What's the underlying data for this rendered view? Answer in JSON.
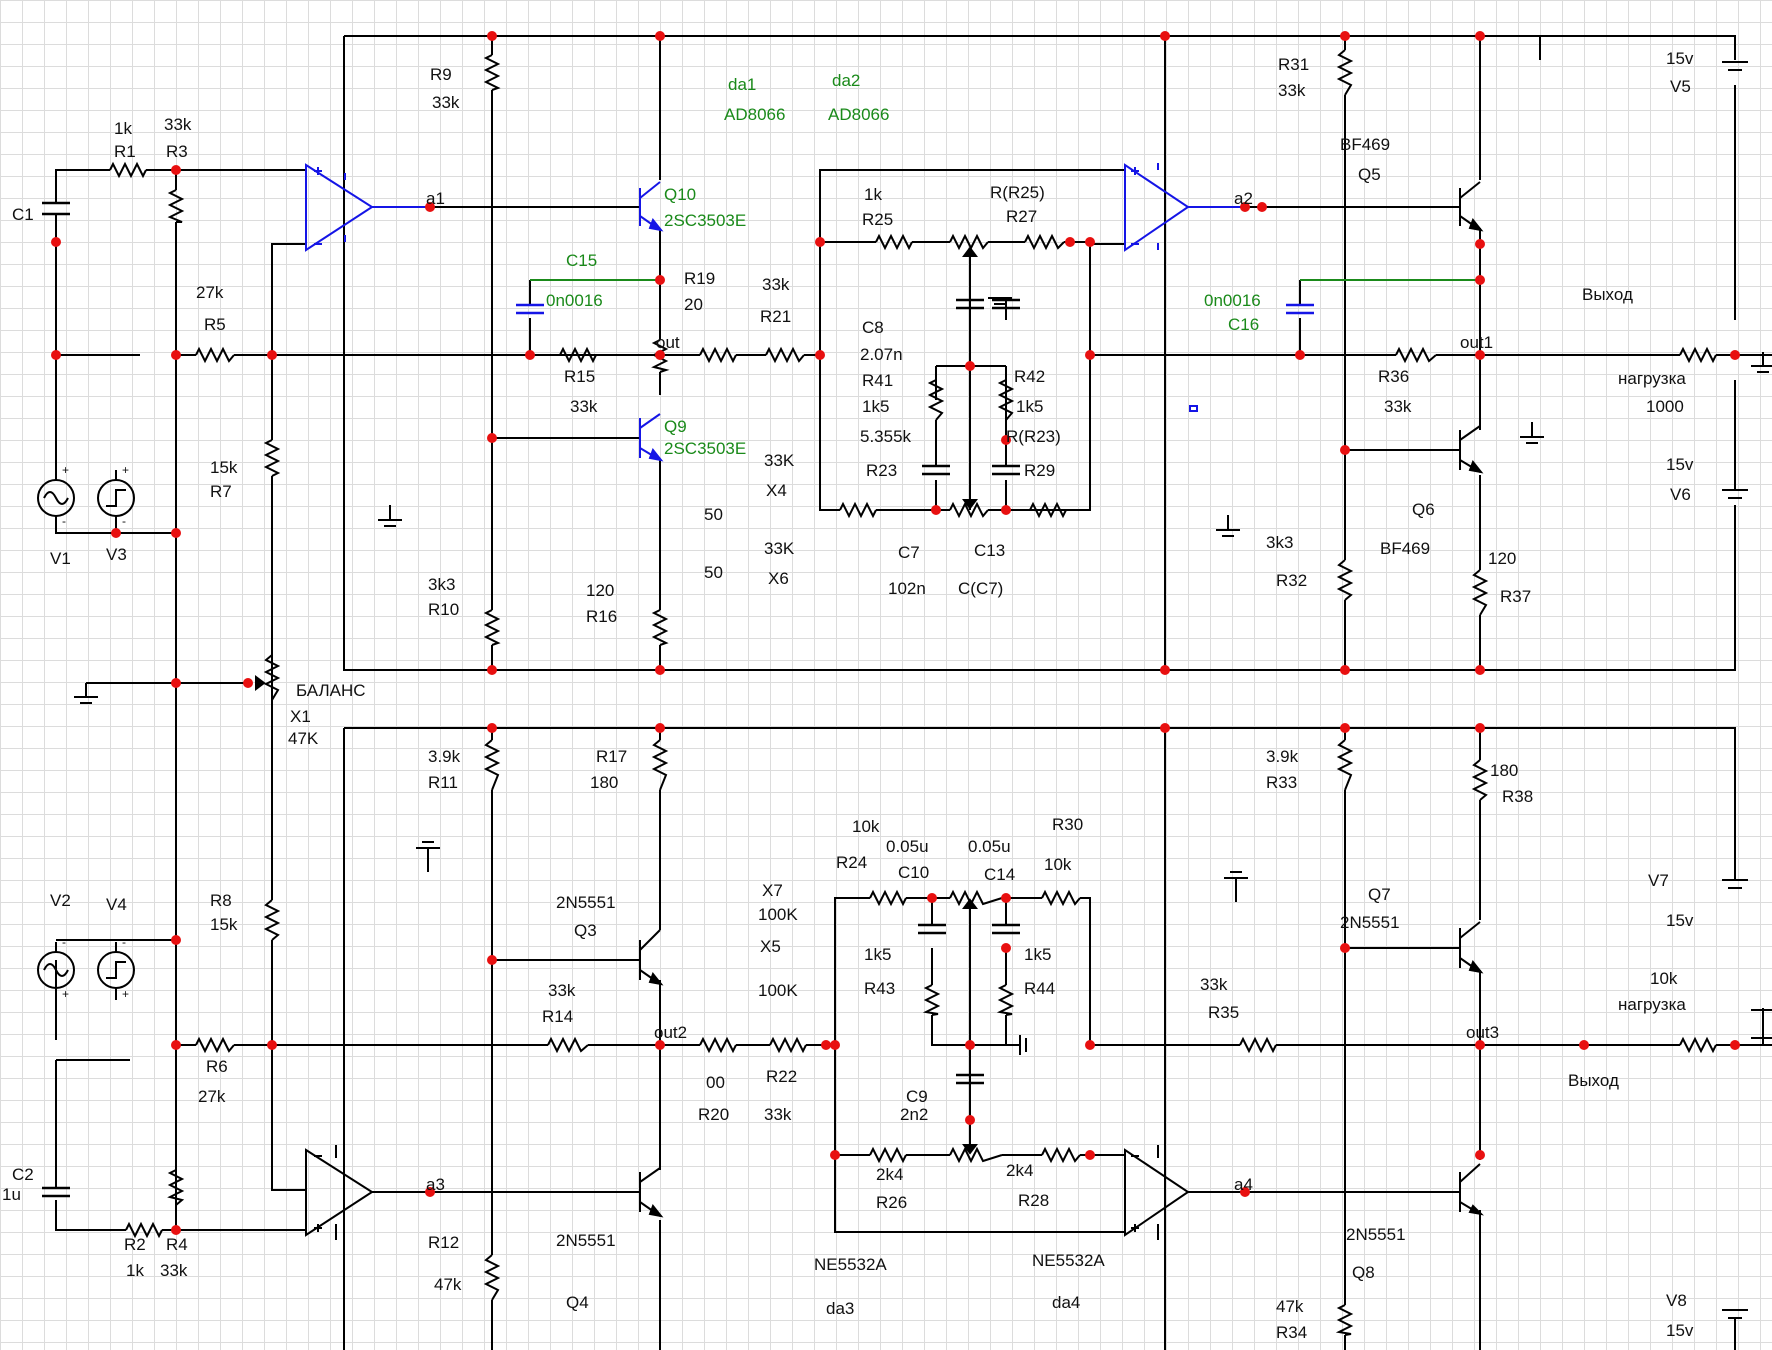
{
  "colors": {
    "wire": "#000000",
    "node": "#e81010",
    "opamp": "#1515e6",
    "green": "#1a8a1a",
    "grid": "#dcdcdc"
  },
  "labels": {
    "R1": "R1",
    "R1v": "1k",
    "R3": "R3",
    "R3v": "33k",
    "C1": "C1",
    "R5": "R5",
    "R5v": "27k",
    "R7": "R7",
    "R7v": "15k",
    "V1": "V1",
    "V3": "V3",
    "R9": "R9",
    "R9v": "33k",
    "R10": "R10",
    "R10v": "3k3",
    "Q10": "Q10",
    "Q10t": "2SC3503E",
    "Q9": "Q9",
    "Q9t": "2SC3503E",
    "C15": "C15",
    "C15v": "0n0016",
    "R19": "R19",
    "R19v": "20",
    "R15": "R15",
    "R15v": "33k",
    "R16": "R16",
    "R16v": "120",
    "da1": "da1",
    "da1t": "AD8066",
    "da2": "da2",
    "da2t": "AD8066",
    "a1": "a1",
    "a2": "a2",
    "a3": "a3",
    "a4": "a4",
    "out": "out",
    "out1": "out1",
    "out2": "out2",
    "out3": "out3",
    "R21": "R21",
    "R21v": "33k",
    "R25": "R25",
    "R25v": "1k",
    "R27": "R27",
    "R27v": "R(R25)",
    "C8": "C8",
    "C8v": "2.07n",
    "R41": "R41",
    "R41v": "1k5",
    "R41b": "5.355k",
    "R42": "R42",
    "R42v": "1k5",
    "R42b": "R(R23)",
    "R23": "R23",
    "R29": "R29",
    "X4": "X4",
    "X4v": "33K",
    "X6": "X6",
    "X6v": "33K",
    "n50a": "50",
    "n50b": "50",
    "C7": "C7",
    "C7v": "102n",
    "C13": "C13",
    "C13v": "C(C7)",
    "R31": "R31",
    "R31v": "33k",
    "BF469a": "BF469",
    "Q5": "Q5",
    "C16": "C16",
    "C16v": "0n0016",
    "Vyhod1": "Выход",
    "R36": "R36",
    "R36v": "33k",
    "nagr1": "нагрузка",
    "nagr1v": "1000",
    "V5": "V5",
    "V5v": "15v",
    "V6": "V6",
    "V6v": "15v",
    "Q6": "Q6",
    "BF469b": "BF469",
    "R32": "R32",
    "R32v": "3k3",
    "R37": "R37",
    "R37v": "120",
    "balans": "БАЛАНС",
    "X1": "X1",
    "X1v": "47K",
    "R11": "R11",
    "R11v": "3.9k",
    "R17": "R17",
    "R17v": "180",
    "V2": "V2",
    "V4": "V4",
    "R8": "R8",
    "R8v": "15k",
    "Q3t": "2N5551",
    "Q3": "Q3",
    "R14": "R14",
    "R14v": "33k",
    "R6": "R6",
    "R6v": "27k",
    "X7": "X7",
    "X7v": "100K",
    "X5": "X5",
    "X5v": "100K",
    "R20": "R20",
    "R20v": "00",
    "R22": "R22",
    "R22v": "33k",
    "R24": "R24",
    "R24v": "10k",
    "C10": "C10",
    "C10v": "0.05u",
    "C14": "C14",
    "C14v": "0.05u",
    "R30": "R30",
    "R30v": "10k",
    "R43": "R43",
    "R43v": "1k5",
    "R44": "R44",
    "R44v": "1k5",
    "C9": "C9",
    "C9v": "2n2",
    "R26": "R26",
    "R26v": "2k4",
    "R28": "R28",
    "R28v": "2k4",
    "C2": "C2",
    "C2v": "1u",
    "R2": "R2",
    "R2v": "1k",
    "R4": "R4",
    "R4v": "33k",
    "R12": "R12",
    "R12v": "47k",
    "Q4t": "2N5551",
    "Q4": "Q4",
    "NE1": "NE5532A",
    "da3": "da3",
    "NE2": "NE5532A",
    "da4": "da4",
    "R33": "R33",
    "R33v": "3.9k",
    "R38": "R38",
    "R38v": "180",
    "Q7": "Q7",
    "Q7t": "2N5551",
    "R35": "R35",
    "R35v": "33k",
    "V7": "V7",
    "V7v": "15v",
    "nagr2": "нагрузка",
    "nagr2v": "10k",
    "Vyhod2": "Выход",
    "Q8t": "2N5551",
    "Q8": "Q8",
    "R34": "R34",
    "R34v": "47k",
    "V8": "V8",
    "V8v": "15v"
  }
}
